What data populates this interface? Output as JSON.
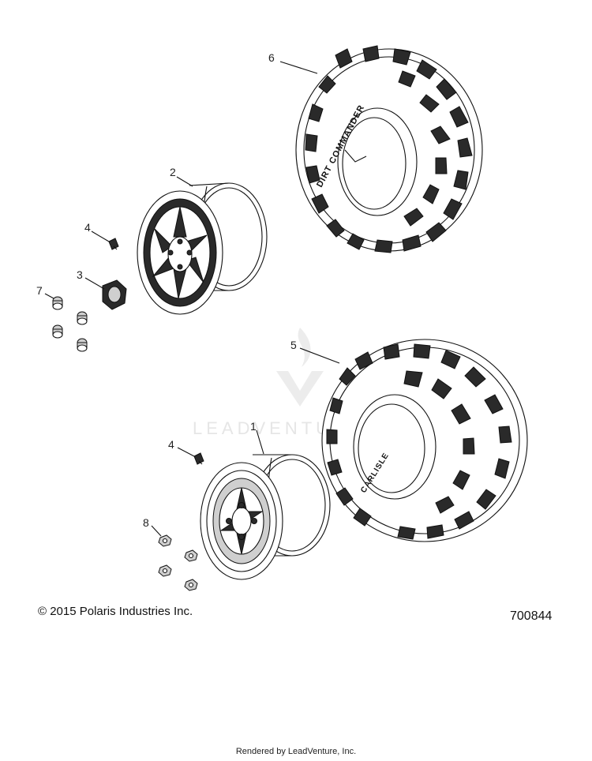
{
  "diagram": {
    "callouts": [
      {
        "id": "c1",
        "label": "1"
      },
      {
        "id": "c2",
        "label": "2"
      },
      {
        "id": "c3",
        "label": "3"
      },
      {
        "id": "c4a",
        "label": "4"
      },
      {
        "id": "c4b",
        "label": "4"
      },
      {
        "id": "c5",
        "label": "5"
      },
      {
        "id": "c6",
        "label": "6"
      },
      {
        "id": "c7",
        "label": "7"
      },
      {
        "id": "c8",
        "label": "8"
      }
    ],
    "tire_sidewall_text_rear": "DIRT COMMANDER",
    "tire_sidewall_text_front": "CARLISLE"
  },
  "watermark": {
    "text": "LEADVENTURE"
  },
  "footer": {
    "copyright": "© 2015 Polaris Industries Inc.",
    "drawing_number": "700844",
    "rendered_by": "Rendered by LeadVenture, Inc."
  },
  "colors": {
    "line": "#111111",
    "background": "#ffffff",
    "watermark": "#e6e6e6"
  }
}
